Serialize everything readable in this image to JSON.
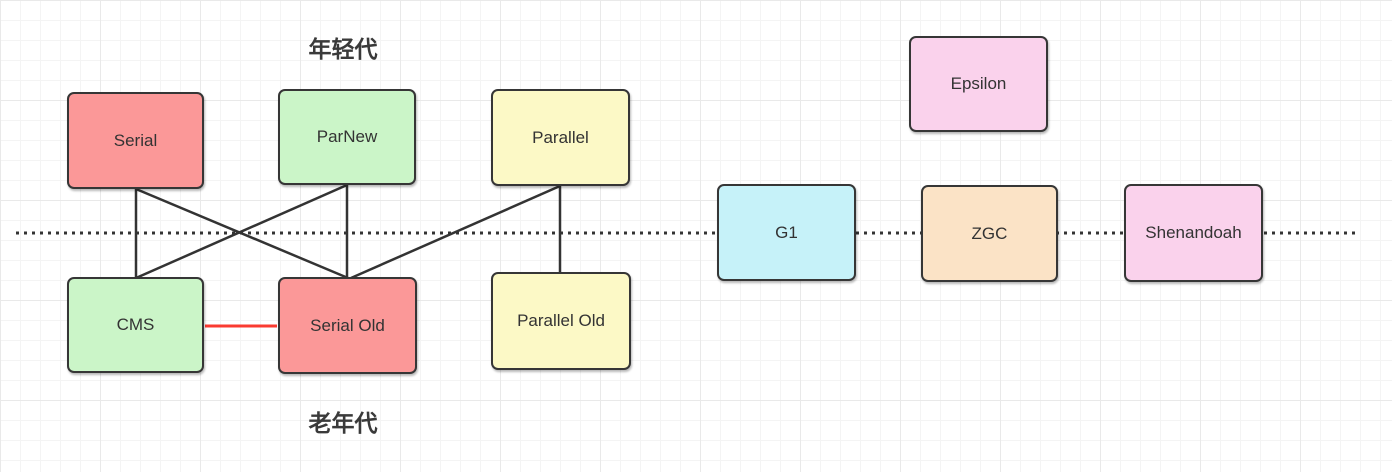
{
  "labels": {
    "young_generation": "年轻代",
    "old_generation": "老年代"
  },
  "nodes": {
    "serial": {
      "label": "Serial",
      "fill": "#fb9898"
    },
    "parnew": {
      "label": "ParNew",
      "fill": "#cbf5c8"
    },
    "parallel": {
      "label": "Parallel",
      "fill": "#fcf9c6"
    },
    "cms": {
      "label": "CMS",
      "fill": "#cbf5c8"
    },
    "serial_old": {
      "label": "Serial Old",
      "fill": "#fb9898"
    },
    "parallel_old": {
      "label": "Parallel Old",
      "fill": "#fcf9c6"
    },
    "g1": {
      "label": "G1",
      "fill": "#c6f2f9"
    },
    "zgc": {
      "label": "ZGC",
      "fill": "#fbe3c6"
    },
    "shenandoah": {
      "label": "Shenandoah",
      "fill": "#fad2ec"
    },
    "epsilon": {
      "label": "Epsilon",
      "fill": "#fad2ec"
    }
  },
  "edges": [
    {
      "from": "serial",
      "to": "cms",
      "color": "#333333",
      "style": "solid"
    },
    {
      "from": "serial",
      "to": "serial_old",
      "color": "#333333",
      "style": "solid"
    },
    {
      "from": "parnew",
      "to": "cms",
      "color": "#333333",
      "style": "solid"
    },
    {
      "from": "parnew",
      "to": "serial_old",
      "color": "#333333",
      "style": "solid"
    },
    {
      "from": "parallel",
      "to": "serial_old",
      "color": "#333333",
      "style": "solid"
    },
    {
      "from": "parallel",
      "to": "parallel_old",
      "color": "#333333",
      "style": "solid"
    },
    {
      "from": "cms",
      "to": "serial_old",
      "color": "#fa3b31",
      "style": "solid"
    }
  ],
  "timeline": {
    "style": "dotted",
    "color": "#333333"
  },
  "colors": {
    "node_border": "#363636",
    "text": "#333333",
    "red_connector": "#fa3b31"
  }
}
